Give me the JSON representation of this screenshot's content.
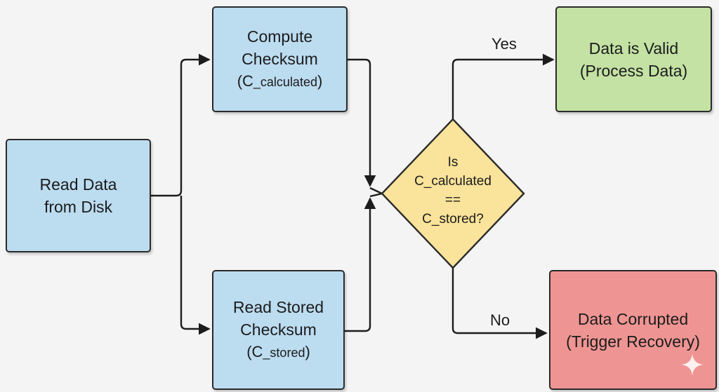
{
  "nodes": {
    "read_data": {
      "line1": "Read Data",
      "line2": "from Disk"
    },
    "compute_checksum": {
      "line1": "Compute",
      "line2": "Checksum",
      "sub_open": "(C",
      "sub_small": "_calculated",
      "sub_close": ")"
    },
    "read_stored": {
      "line1": "Read Stored",
      "line2": "Checksum",
      "sub_open": "(C",
      "sub_small": "_stored",
      "sub_close": ")"
    },
    "decision": {
      "line1": "Is",
      "line2": "C_calculated",
      "line3": "==",
      "line4": "C_stored?"
    },
    "valid": {
      "line1": "Data is Valid",
      "line2": "(Process Data)"
    },
    "corrupted": {
      "line1": "Data Corrupted",
      "line2": "(Trigger Recovery)"
    }
  },
  "edge_labels": {
    "yes": "Yes",
    "no": "No"
  },
  "colors": {
    "process_fill": "#bcdcf0",
    "decision_fill": "#fae39a",
    "valid_fill": "#c3e2a4",
    "corrupted_fill": "#ee9593",
    "stroke": "#2a2a2a"
  }
}
